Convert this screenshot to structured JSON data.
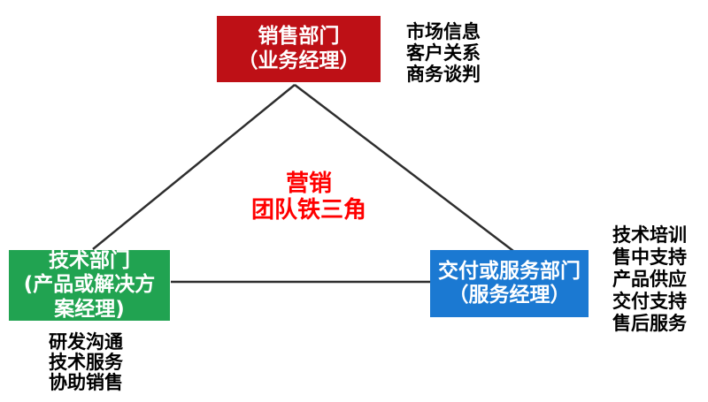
{
  "colors": {
    "background": "#FFFFFF",
    "sales-box": "#BE1016",
    "tech-box": "#21A351",
    "delivery-box": "#1B79D2",
    "box-text": "#FFFFFF",
    "center-text": "#FF0000",
    "annotation-text": "#000000",
    "connector": "#2E2E2E"
  },
  "center_label": {
    "lines": [
      "营销",
      "团队铁三角"
    ]
  },
  "nodes": {
    "sales": {
      "lines": [
        "销售部门",
        "（业务经理）"
      ]
    },
    "tech": {
      "lines": [
        "技术部门",
        "(产品或解决方",
        "案经理)"
      ]
    },
    "delivery": {
      "lines": [
        "交付或服务部门",
        "（服务经理）"
      ]
    }
  },
  "annotations": {
    "sales": [
      "市场信息",
      "客户关系",
      "商务谈判"
    ],
    "tech": [
      "研发沟通",
      "技术服务",
      "协助销售"
    ],
    "delivery": [
      "技术培训",
      "售中支持",
      "产品供应",
      "交付支持",
      "售后服务"
    ]
  }
}
